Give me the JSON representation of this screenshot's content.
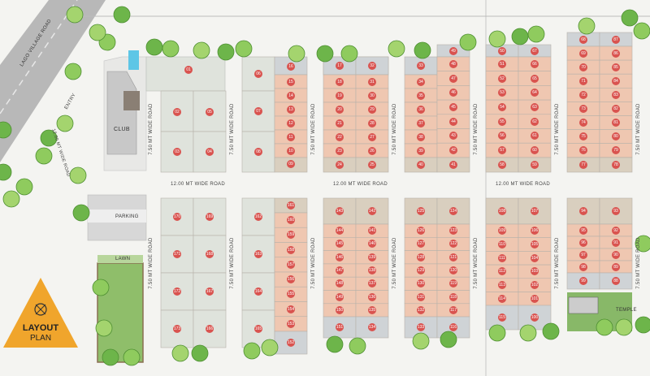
{
  "legend": {
    "line1": "LAYOUT",
    "line2": "PLAN"
  },
  "labels": {
    "lago_village_road": "LAGO VILLAGE ROAD",
    "entry": "ENTRY",
    "club": "CLUB",
    "parking": "PARKING",
    "lawn": "LAWN",
    "temple": "TEMPLE",
    "road_12_diag": "12.00 MT WIDE ROAD",
    "road_12_h": "12.00 MT WIDE ROAD",
    "road_750": "7.50 MT WIDE ROAD"
  },
  "plots": {
    "top_a": [
      "01",
      "02",
      "03",
      "04",
      "05"
    ],
    "top_b": [
      "06",
      "07",
      "08"
    ],
    "top_c": [
      "09",
      "10",
      "11",
      "12",
      "13",
      "14",
      "15",
      "16"
    ],
    "top_d_left": [
      "17",
      "18",
      "19",
      "20",
      "21",
      "22",
      "23",
      "24"
    ],
    "top_d_right": [
      "32",
      "31",
      "30",
      "29",
      "28",
      "27",
      "26",
      "25"
    ],
    "top_e_left": [
      "33",
      "34",
      "35",
      "36",
      "37",
      "38",
      "39",
      "40"
    ],
    "top_e_right": [
      "49",
      "48",
      "47",
      "46",
      "45",
      "44",
      "43",
      "42",
      "41"
    ],
    "top_f_left": [
      "50",
      "51",
      "52",
      "53",
      "54",
      "55",
      "56",
      "57",
      "58"
    ],
    "top_f_right": [
      "67",
      "66",
      "65",
      "64",
      "63",
      "62",
      "61",
      "60",
      "59"
    ],
    "top_g_left": [
      "68",
      "69",
      "70",
      "71",
      "72",
      "73",
      "74",
      "75",
      "76",
      "77"
    ],
    "top_g_right": [
      "87",
      "86",
      "85",
      "84",
      "83",
      "82",
      "81",
      "80",
      "79",
      "78"
    ],
    "bot_a_left": [
      "170",
      "171",
      "172",
      "173"
    ],
    "bot_a_right": [
      "169",
      "168",
      "167",
      "166"
    ],
    "bot_b": [
      "162",
      "163",
      "164",
      "165"
    ],
    "bot_c": [
      "161",
      "160",
      "159",
      "158",
      "157",
      "156",
      "155",
      "154",
      "153",
      "152"
    ],
    "bot_d_left": [
      "143",
      "144",
      "145",
      "146",
      "147",
      "148",
      "149",
      "150",
      "151"
    ],
    "bot_d_right": [
      "142",
      "141",
      "140",
      "139",
      "138",
      "137",
      "136",
      "135",
      "134"
    ],
    "bot_e_left": [
      "125",
      "126",
      "127",
      "128",
      "129",
      "130",
      "131",
      "132",
      "133"
    ],
    "bot_e_right": [
      "124",
      "123",
      "122",
      "121",
      "120",
      "119",
      "118",
      "117",
      "116"
    ],
    "bot_f_left": [
      "108",
      "109",
      "110",
      "111",
      "112",
      "113",
      "114",
      "115"
    ],
    "bot_f_right": [
      "107",
      "106",
      "105",
      "104",
      "103",
      "102",
      "101",
      "100"
    ],
    "bot_g_left": [
      "94",
      "95",
      "96",
      "97",
      "98",
      "99"
    ],
    "bot_g_right": [
      "93",
      "92",
      "91",
      "90",
      "89",
      "88"
    ]
  },
  "colors": {
    "road": "#f4f4f1",
    "plot_open": "#dfe3dc",
    "plot_peach": "#efc7b1",
    "plot_tan": "#d9cfbf",
    "plot_grey": "#cfd3d6",
    "tree": "#7cc25a",
    "legend": "#f0a52c",
    "lawn": "#8fbe6a"
  }
}
